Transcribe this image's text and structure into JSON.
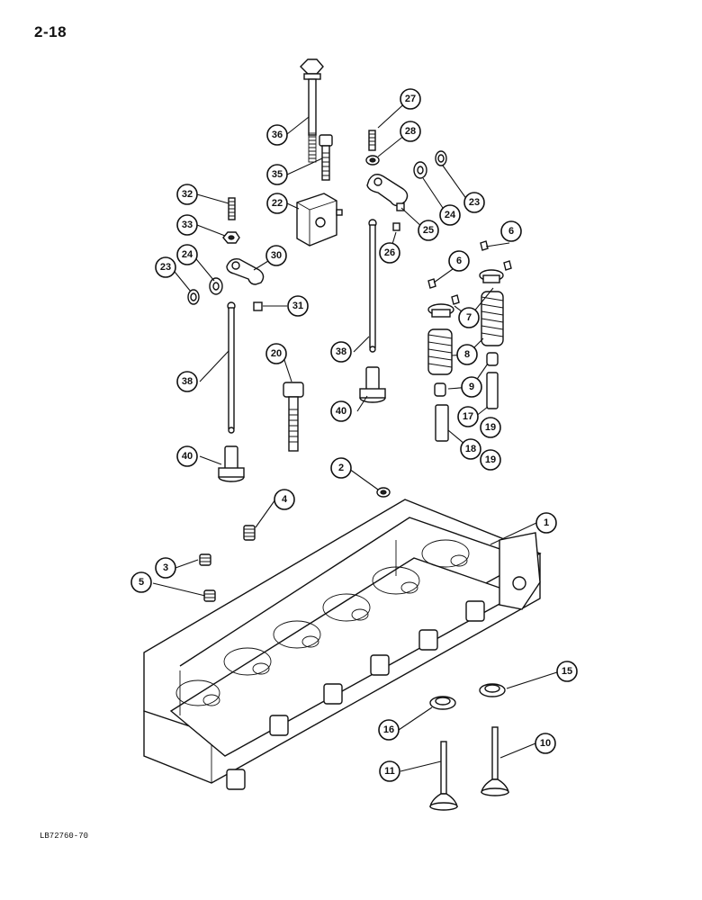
{
  "page": {
    "number": "2-18",
    "figure_code": "LB72760-70"
  },
  "callouts": [
    {
      "id": "c36",
      "label": "36"
    },
    {
      "id": "c27",
      "label": "27"
    },
    {
      "id": "c28",
      "label": "28"
    },
    {
      "id": "c35",
      "label": "35"
    },
    {
      "id": "c24a",
      "label": "24"
    },
    {
      "id": "c23a",
      "label": "23"
    },
    {
      "id": "c32",
      "label": "32"
    },
    {
      "id": "c22",
      "label": "22"
    },
    {
      "id": "c25",
      "label": "25"
    },
    {
      "id": "c33",
      "label": "33"
    },
    {
      "id": "c26",
      "label": "26"
    },
    {
      "id": "c6a",
      "label": "6"
    },
    {
      "id": "c30",
      "label": "30"
    },
    {
      "id": "c24b",
      "label": "24"
    },
    {
      "id": "c23b",
      "label": "23"
    },
    {
      "id": "c6b",
      "label": "6"
    },
    {
      "id": "c31",
      "label": "31"
    },
    {
      "id": "c7",
      "label": "7"
    },
    {
      "id": "c38a",
      "label": "38"
    },
    {
      "id": "c20",
      "label": "20"
    },
    {
      "id": "c38b",
      "label": "38"
    },
    {
      "id": "c8",
      "label": "8"
    },
    {
      "id": "c9",
      "label": "9"
    },
    {
      "id": "c40a",
      "label": "40"
    },
    {
      "id": "c17",
      "label": "17"
    },
    {
      "id": "c19a",
      "label": "19"
    },
    {
      "id": "c40b",
      "label": "40"
    },
    {
      "id": "c18",
      "label": "18"
    },
    {
      "id": "c19b",
      "label": "19"
    },
    {
      "id": "c2",
      "label": "2"
    },
    {
      "id": "c4",
      "label": "4"
    },
    {
      "id": "c1",
      "label": "1"
    },
    {
      "id": "c3",
      "label": "3"
    },
    {
      "id": "c5",
      "label": "5"
    },
    {
      "id": "c15",
      "label": "15"
    },
    {
      "id": "c16",
      "label": "16"
    },
    {
      "id": "c10",
      "label": "10"
    },
    {
      "id": "c11",
      "label": "11"
    }
  ]
}
